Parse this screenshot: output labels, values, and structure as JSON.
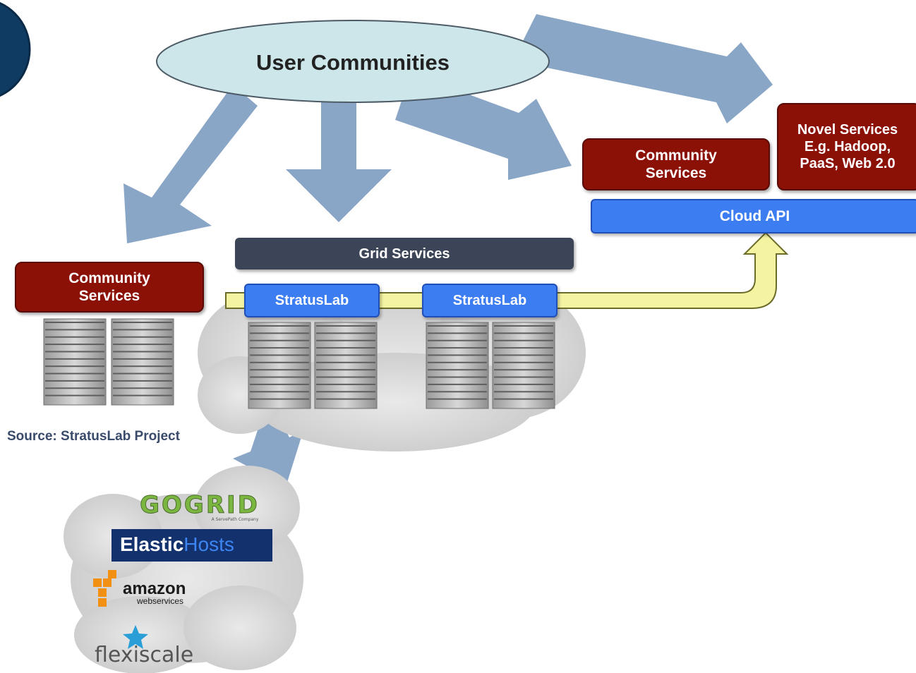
{
  "diagram": {
    "user_communities": "User Communities",
    "grid_services": "Grid Services",
    "cloud_api": "Cloud API",
    "community_services_left": "Community\nServices",
    "community_services_right": "Community\nServices",
    "novel_services": "Novel Services\nE.g. Hadoop,\nPaaS, Web 2.0",
    "stratuslab_1": "StratusLab",
    "stratuslab_2": "StratusLab",
    "source": "Source: StratusLab Project"
  },
  "logos": {
    "gogrid": "GOGRID",
    "gogrid_sub": "A ServePath Company",
    "elastic_a": "Elastic",
    "elastic_b": "Hosts",
    "amazon": "amazon",
    "amazon_sub": "webservices",
    "flexiscale": "flexiscale"
  },
  "colors": {
    "arrow": "#8aa6c6",
    "red": "#8b1006",
    "blue": "#3d7df2",
    "grid": "#3c4557",
    "ellipse": "#cde6ea",
    "yellow": "#f3f3a2"
  }
}
